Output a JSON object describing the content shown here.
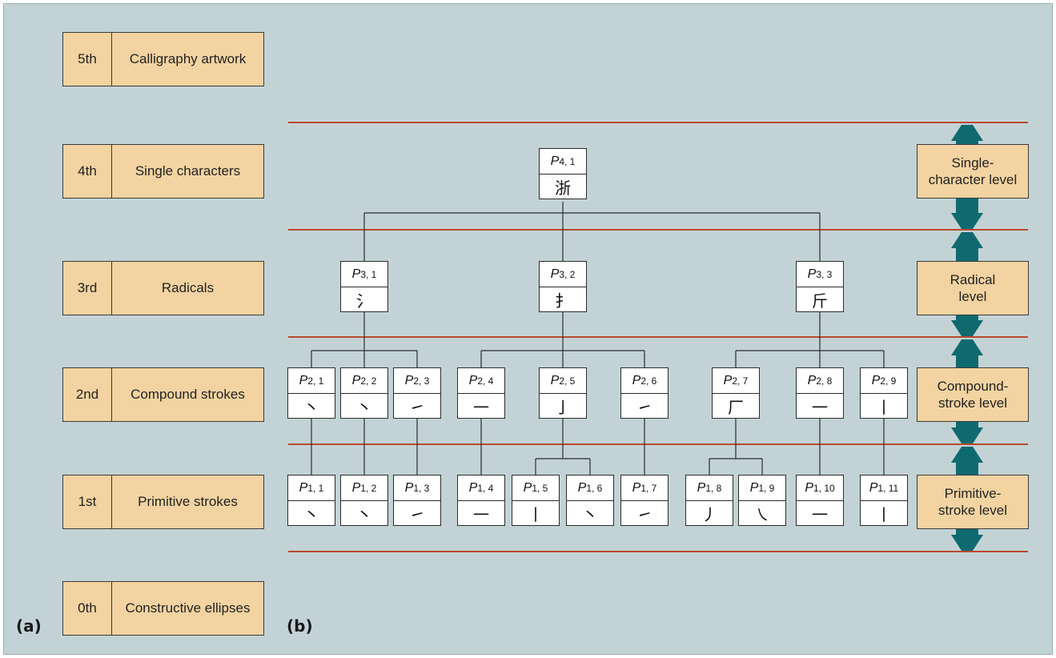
{
  "panel_labels": {
    "a": "(a)",
    "b": "(b)"
  },
  "levels": [
    {
      "num": "5th",
      "name": "Calligraphy artwork"
    },
    {
      "num": "4th",
      "name": "Single characters"
    },
    {
      "num": "3rd",
      "name": "Radicals"
    },
    {
      "num": "2nd",
      "name": "Compound strokes"
    },
    {
      "num": "1st",
      "name": "Primitive strokes"
    },
    {
      "num": "0th",
      "name": "Constructive ellipses"
    }
  ],
  "right_labels": {
    "single": "Single-\ncharacter level",
    "radical": "Radical\nlevel",
    "compound": "Compound-\nstroke level",
    "primitive": "Primitive-\nstroke level"
  },
  "nodes": {
    "p41": {
      "p": "P",
      "sub": "4, 1",
      "glyph": "浙"
    },
    "p31": {
      "p": "P",
      "sub": "3, 1",
      "glyph": "氵"
    },
    "p32": {
      "p": "P",
      "sub": "3, 2",
      "glyph": "扌"
    },
    "p33": {
      "p": "P",
      "sub": "3, 3",
      "glyph": "斤"
    },
    "p21": {
      "p": "P",
      "sub": "2, 1",
      "glyph": "丶"
    },
    "p22": {
      "p": "P",
      "sub": "2, 2",
      "glyph": "丶"
    },
    "p23": {
      "p": "P",
      "sub": "2, 3",
      "glyph": "㇀"
    },
    "p24": {
      "p": "P",
      "sub": "2, 4",
      "glyph": "一"
    },
    "p25": {
      "p": "P",
      "sub": "2, 5",
      "glyph": "亅"
    },
    "p26": {
      "p": "P",
      "sub": "2, 6",
      "glyph": "㇀"
    },
    "p27": {
      "p": "P",
      "sub": "2, 7",
      "glyph": "厂"
    },
    "p28": {
      "p": "P",
      "sub": "2, 8",
      "glyph": "一"
    },
    "p29": {
      "p": "P",
      "sub": "2, 9",
      "glyph": "丨"
    },
    "p11": {
      "p": "P",
      "sub": "1, 1",
      "glyph": "丶"
    },
    "p12": {
      "p": "P",
      "sub": "1, 2",
      "glyph": "丶"
    },
    "p13": {
      "p": "P",
      "sub": "1, 3",
      "glyph": "㇀"
    },
    "p14": {
      "p": "P",
      "sub": "1, 4",
      "glyph": "一"
    },
    "p15": {
      "p": "P",
      "sub": "1, 5",
      "glyph": "丨"
    },
    "p16": {
      "p": "P",
      "sub": "1, 6",
      "glyph": "丶"
    },
    "p17": {
      "p": "P",
      "sub": "1, 7",
      "glyph": "㇀"
    },
    "p18": {
      "p": "P",
      "sub": "1, 8",
      "glyph": "丿"
    },
    "p19": {
      "p": "P",
      "sub": "1, 9",
      "glyph": "㇏"
    },
    "p110": {
      "p": "P",
      "sub": "1, 10",
      "glyph": "一"
    },
    "p111": {
      "p": "P",
      "sub": "1, 11",
      "glyph": "丨"
    }
  },
  "colors": {
    "background": "#c3d3d5",
    "box": "#f3d3a1",
    "level_line": "#b84a30",
    "arrow": "#0f6a70"
  }
}
